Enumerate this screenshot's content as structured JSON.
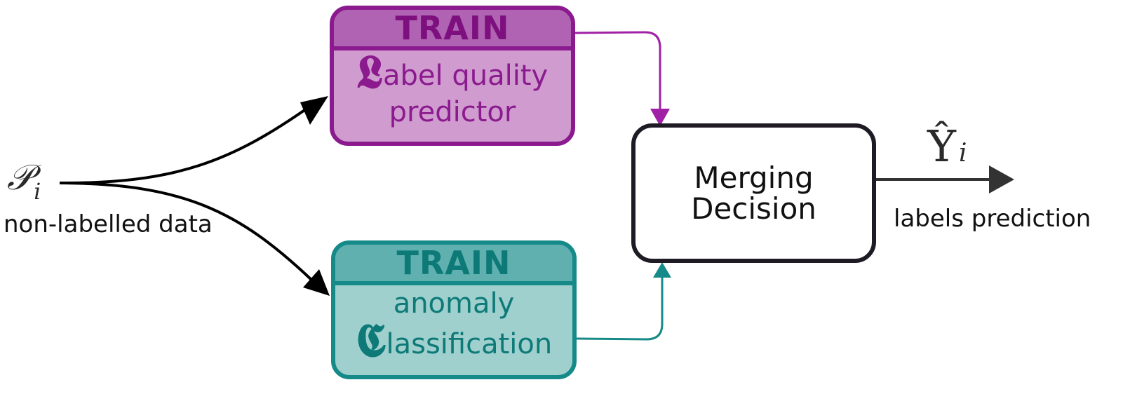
{
  "input": {
    "symbol": "𝒫",
    "subscript": "i",
    "caption": "non-labelled data"
  },
  "label_box": {
    "header": "TRAIN",
    "initial": "𝕷",
    "line1_rest": "abel quality",
    "line2": "predictor",
    "color": "#8b1a8f"
  },
  "anomaly_box": {
    "header": "TRAIN",
    "line1": "anomaly",
    "initial": "𝕮",
    "line2_rest": "lassification",
    "color": "#168a88"
  },
  "merge_box": {
    "line1": "Merging",
    "line2": "Decision"
  },
  "output": {
    "symbol": "Ŷ",
    "subscript": "i",
    "caption": "labels prediction"
  }
}
